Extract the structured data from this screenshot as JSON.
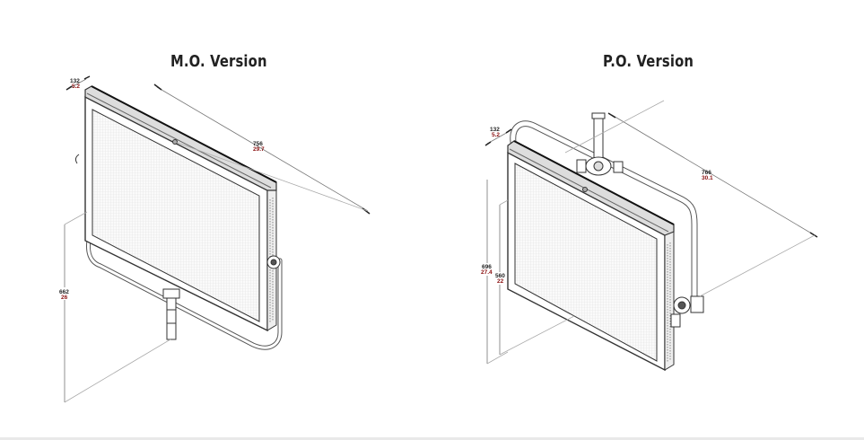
{
  "views": [
    {
      "title": "M.O. Version",
      "dims": {
        "depth": {
          "mm": "132",
          "in": "5.2"
        },
        "width": {
          "mm": "756",
          "in": "29.7"
        },
        "height": {
          "mm": "662",
          "in": "26"
        }
      }
    },
    {
      "title": "P.O. Version",
      "dims": {
        "depth": {
          "mm": "132",
          "in": "5.2"
        },
        "width": {
          "mm": "766",
          "in": "30.1"
        },
        "height_total": {
          "mm": "696",
          "in": "27.4"
        },
        "height_panel": {
          "mm": "560",
          "in": "22"
        }
      }
    }
  ]
}
